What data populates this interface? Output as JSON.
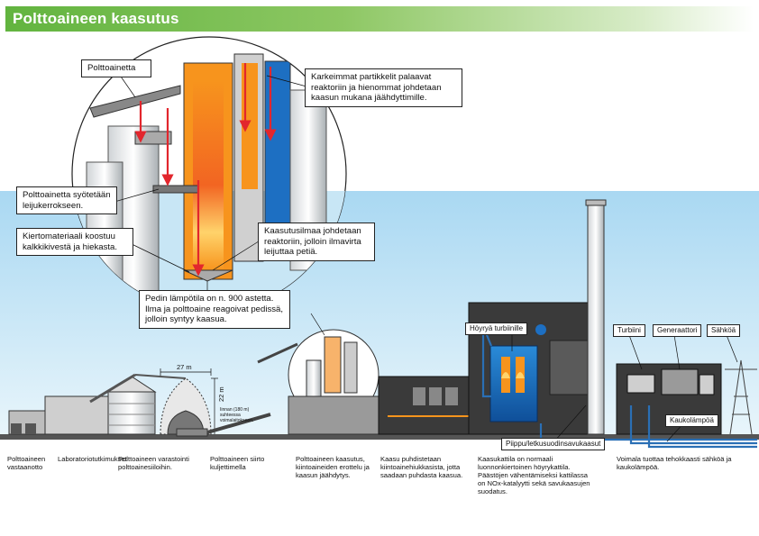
{
  "title": "Polttoaineen kaasutus",
  "callouts": {
    "fuel": "Polttoainetta",
    "particles": "Karkeimmat partikkelit palaavat reaktoriin ja hienommat johdetaan kaasun mukana jäähdyttimille.",
    "feed": "Polttoainetta syötetään leijukerrokseen.",
    "circulating": "Kiertomateriaali koostuu kalkkikivestä ja hiekasta.",
    "gasair": "Kaasutusilmaa johdetaan reaktoriin, jolloin ilmavirta leijuttaa petiä.",
    "bed": "Pedin lämpötila on n. 900 astetta. Ilma ja polttoaine reagoivat pedissä, jolloin syntyy kaasua."
  },
  "tags": {
    "steam_turbine": "Höyryä turbiinille",
    "turbine": "Turbiini",
    "generator": "Generaattori",
    "electricity": "Sähköä",
    "district_heat": "Kaukolämpöä",
    "flue": "Piippu/letkusuodinsavukaasut"
  },
  "dimensions": {
    "width": "27 m",
    "height": "22 m"
  },
  "conveyor_note": "Iinnan (180 m) suhteessa voimalaitokseen.",
  "steps": [
    "Polttoaineen vastaanotto",
    "Laboratoriotutkimukset",
    "Polttoaineen varastointi polttoainesiiloihin.",
    "Polttoaineen siirto kuljettimella",
    "Polttoaineen kaasutus, kiintoaineiden erottelu ja kaasun jäähdytys.",
    "Kaasu puhdistetaan kiintoainehiukkasista, jotta saadaan puhdasta kaasua.",
    "Kaasukattila on normaali luonnonkiertoinen höyrykattila. Päästöjen vähentämiseksi kattilassa on NOx-katalyytti sekä savukaasujen suodatus.",
    "Voimala tuottaa tehokkaasti sähköä ja kaukolämpöä."
  ],
  "colors": {
    "title_green": "#62b43f",
    "sky": "#c8e6f5",
    "gasifier_orange": "#f7941d",
    "flame": "#ffd36b",
    "arrow_red": "#e2262d",
    "boiler_blue": "#1d6fc2",
    "pipe_blue": "#2a6fb5",
    "building_dark": "#3a3a3a"
  }
}
